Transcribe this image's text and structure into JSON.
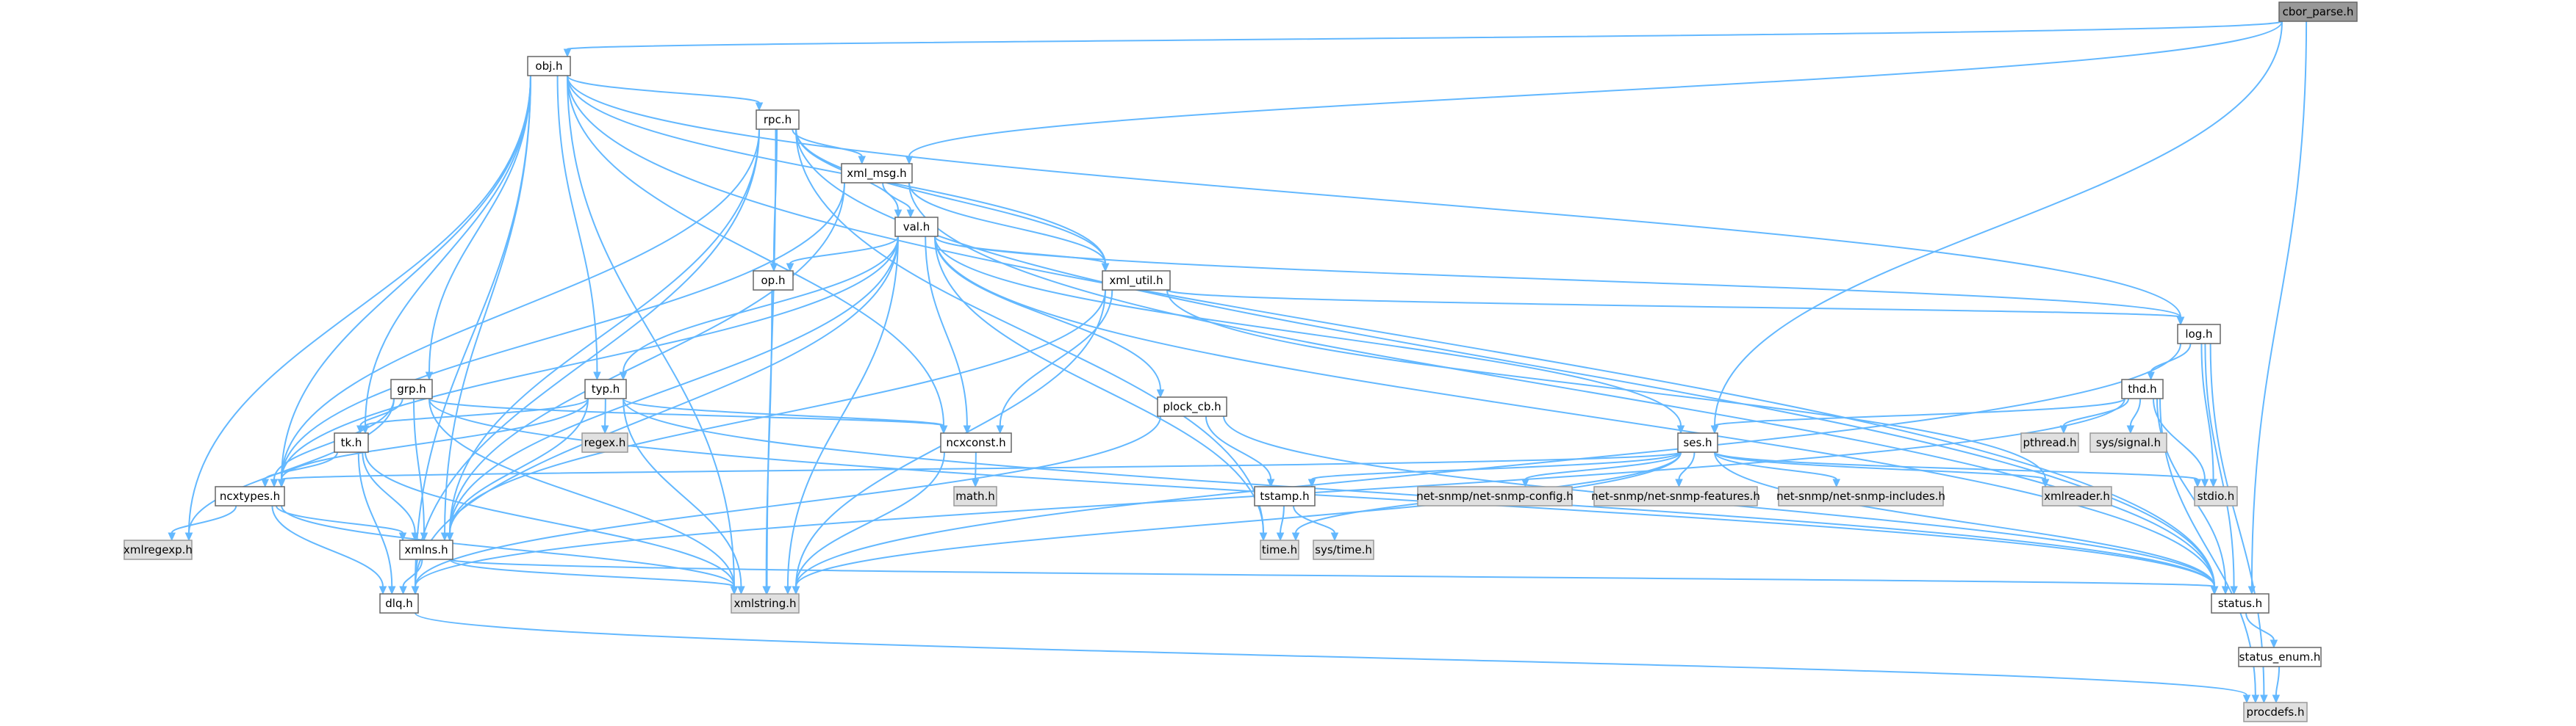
{
  "graph": {
    "nodes": {
      "cbor_parse": {
        "label": "cbor_parse.h",
        "kind": "root"
      },
      "obj": {
        "label": "obj.h",
        "kind": "std"
      },
      "rpc": {
        "label": "rpc.h",
        "kind": "std"
      },
      "xml_msg": {
        "label": "xml_msg.h",
        "kind": "std"
      },
      "val": {
        "label": "val.h",
        "kind": "std"
      },
      "op": {
        "label": "op.h",
        "kind": "std"
      },
      "xml_util": {
        "label": "xml_util.h",
        "kind": "std"
      },
      "log": {
        "label": "log.h",
        "kind": "std"
      },
      "thd": {
        "label": "thd.h",
        "kind": "std"
      },
      "grp": {
        "label": "grp.h",
        "kind": "std"
      },
      "typ": {
        "label": "typ.h",
        "kind": "std"
      },
      "ncxconst": {
        "label": "ncxconst.h",
        "kind": "std"
      },
      "plock_cb": {
        "label": "plock_cb.h",
        "kind": "std"
      },
      "ses": {
        "label": "ses.h",
        "kind": "std"
      },
      "tk": {
        "label": "tk.h",
        "kind": "std"
      },
      "ncxtypes": {
        "label": "ncxtypes.h",
        "kind": "std"
      },
      "xmlns": {
        "label": "xmlns.h",
        "kind": "std"
      },
      "dlq": {
        "label": "dlq.h",
        "kind": "std"
      },
      "tstamp": {
        "label": "tstamp.h",
        "kind": "std"
      },
      "status": {
        "label": "status.h",
        "kind": "std"
      },
      "status_enum": {
        "label": "status_enum.h",
        "kind": "std"
      },
      "procdefs": {
        "label": "procdefs.h",
        "kind": "ext"
      },
      "xmlstring": {
        "label": "xmlstring.h",
        "kind": "ext"
      },
      "xmlregexp": {
        "label": "xmlregexp.h",
        "kind": "ext"
      },
      "regex": {
        "label": "regex.h",
        "kind": "ext"
      },
      "math": {
        "label": "math.h",
        "kind": "ext"
      },
      "time": {
        "label": "time.h",
        "kind": "ext"
      },
      "systime": {
        "label": "sys/time.h",
        "kind": "ext"
      },
      "pthread": {
        "label": "pthread.h",
        "kind": "ext"
      },
      "syssignal": {
        "label": "sys/signal.h",
        "kind": "ext"
      },
      "stdio": {
        "label": "stdio.h",
        "kind": "ext"
      },
      "xmlreader": {
        "label": "xmlreader.h",
        "kind": "ext"
      },
      "snmpconfig": {
        "label": "net-snmp/net-snmp-config.h",
        "kind": "ext"
      },
      "snmpfeatures": {
        "label": "net-snmp/net-snmp-features.h",
        "kind": "ext"
      },
      "snmpincludes": {
        "label": "net-snmp/net-snmp-includes.h",
        "kind": "ext"
      }
    },
    "edges": [
      [
        "cbor_parse",
        "obj"
      ],
      [
        "cbor_parse",
        "xml_msg"
      ],
      [
        "cbor_parse",
        "ses"
      ],
      [
        "cbor_parse",
        "status"
      ],
      [
        "obj",
        "rpc"
      ],
      [
        "obj",
        "log"
      ],
      [
        "obj",
        "grp"
      ],
      [
        "obj",
        "typ"
      ],
      [
        "obj",
        "tk"
      ],
      [
        "obj",
        "ncxtypes"
      ],
      [
        "obj",
        "xmlns"
      ],
      [
        "obj",
        "dlq"
      ],
      [
        "obj",
        "xmlstring"
      ],
      [
        "obj",
        "xmlregexp"
      ],
      [
        "obj",
        "ncxconst"
      ],
      [
        "obj",
        "xml_util"
      ],
      [
        "obj",
        "status"
      ],
      [
        "rpc",
        "xml_msg"
      ],
      [
        "rpc",
        "val"
      ],
      [
        "rpc",
        "op"
      ],
      [
        "rpc",
        "xml_util"
      ],
      [
        "rpc",
        "ncxtypes"
      ],
      [
        "rpc",
        "xmlns"
      ],
      [
        "rpc",
        "dlq"
      ],
      [
        "rpc",
        "xmlstring"
      ],
      [
        "rpc",
        "time"
      ],
      [
        "rpc",
        "status"
      ],
      [
        "xml_msg",
        "val"
      ],
      [
        "xml_msg",
        "xml_util"
      ],
      [
        "xml_msg",
        "ncxtypes"
      ],
      [
        "xml_msg",
        "xmlns"
      ],
      [
        "xml_msg",
        "status"
      ],
      [
        "val",
        "op"
      ],
      [
        "val",
        "xml_util"
      ],
      [
        "val",
        "log"
      ],
      [
        "val",
        "typ"
      ],
      [
        "val",
        "ncxconst"
      ],
      [
        "val",
        "plock_cb"
      ],
      [
        "val",
        "ses"
      ],
      [
        "val",
        "ncxtypes"
      ],
      [
        "val",
        "xmlns"
      ],
      [
        "val",
        "dlq"
      ],
      [
        "val",
        "xmlstring"
      ],
      [
        "val",
        "time"
      ],
      [
        "val",
        "status"
      ],
      [
        "op",
        "xmlstring"
      ],
      [
        "xml_util",
        "log"
      ],
      [
        "xml_util",
        "ncxconst"
      ],
      [
        "xml_util",
        "xmlns"
      ],
      [
        "xml_util",
        "xmlstring"
      ],
      [
        "xml_util",
        "xmlreader"
      ],
      [
        "log",
        "thd"
      ],
      [
        "log",
        "stdio"
      ],
      [
        "log",
        "status"
      ],
      [
        "log",
        "procdefs"
      ],
      [
        "log",
        "xmlstring"
      ],
      [
        "thd",
        "ses"
      ],
      [
        "thd",
        "pthread"
      ],
      [
        "thd",
        "syssignal"
      ],
      [
        "thd",
        "stdio"
      ],
      [
        "thd",
        "status"
      ],
      [
        "thd",
        "procdefs"
      ],
      [
        "thd",
        "dlq"
      ],
      [
        "grp",
        "tk"
      ],
      [
        "grp",
        "ncxtypes"
      ],
      [
        "grp",
        "xmlns"
      ],
      [
        "grp",
        "xmlstring"
      ],
      [
        "grp",
        "xmlregexp"
      ],
      [
        "grp",
        "ncxconst"
      ],
      [
        "grp",
        "status"
      ],
      [
        "typ",
        "tk"
      ],
      [
        "typ",
        "ncxtypes"
      ],
      [
        "typ",
        "regex"
      ],
      [
        "typ",
        "ncxconst"
      ],
      [
        "typ",
        "xmlns"
      ],
      [
        "typ",
        "xmlstring"
      ],
      [
        "typ",
        "status"
      ],
      [
        "ncxconst",
        "math"
      ],
      [
        "ncxconst",
        "xmlstring"
      ],
      [
        "plock_cb",
        "tstamp"
      ],
      [
        "plock_cb",
        "status"
      ],
      [
        "plock_cb",
        "dlq"
      ],
      [
        "ses",
        "ncxtypes"
      ],
      [
        "ses",
        "tstamp"
      ],
      [
        "ses",
        "time"
      ],
      [
        "ses",
        "snmpconfig"
      ],
      [
        "ses",
        "snmpfeatures"
      ],
      [
        "ses",
        "snmpincludes"
      ],
      [
        "ses",
        "xmlreader"
      ],
      [
        "ses",
        "stdio"
      ],
      [
        "ses",
        "status"
      ],
      [
        "ses",
        "xmlstring"
      ],
      [
        "tk",
        "ncxtypes"
      ],
      [
        "tk",
        "xmlns"
      ],
      [
        "tk",
        "dlq"
      ],
      [
        "tk",
        "xmlstring"
      ],
      [
        "ncxtypes",
        "xmlns"
      ],
      [
        "ncxtypes",
        "dlq"
      ],
      [
        "ncxtypes",
        "xmlstring"
      ],
      [
        "ncxtypes",
        "xmlregexp"
      ],
      [
        "xmlns",
        "dlq"
      ],
      [
        "xmlns",
        "xmlstring"
      ],
      [
        "xmlns",
        "status"
      ],
      [
        "dlq",
        "procdefs"
      ],
      [
        "tstamp",
        "time"
      ],
      [
        "tstamp",
        "systime"
      ],
      [
        "status",
        "status_enum"
      ],
      [
        "status_enum",
        "procdefs"
      ]
    ]
  }
}
